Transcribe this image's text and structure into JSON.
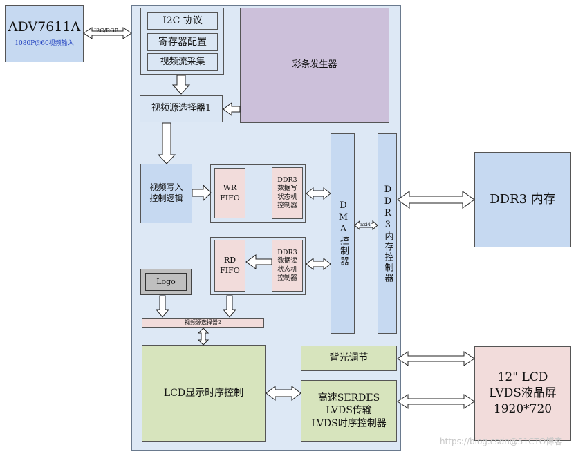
{
  "adv": {
    "title": "ADV7611A",
    "subtitle": "1080P@60视频输入"
  },
  "link_i2c_rgb": "I2C/RGB",
  "i2c_protocol": "I2C 协议",
  "register_config": "寄存器配置",
  "video_capture": "视频流采集",
  "color_bar": "彩条发生器",
  "video_sel1": "视频源选择器1",
  "video_write_ctrl": "视频写入控制逻辑",
  "wr_fifo": "WR FIFO",
  "ddr3_write_fsm": "DDR3 数据写 状态机 控制器",
  "rd_fifo": "RD FIFO",
  "ddr3_read_fsm": "DDR3 数据读 状态机 控制器",
  "dma": "DMA控制器",
  "ddr3_ctrl": "DDR3内存控制器",
  "axi": "axi4",
  "ddr3_mem": "DDR3 内存",
  "logo": "Logo",
  "video_sel2": "视频源选择器2",
  "lcd_timing": "LCD显示时序控制",
  "backlight": "背光调节",
  "serdes": {
    "line1": "高速SERDES",
    "line2": "LVDS传输",
    "line3": "LVDS时序控制器"
  },
  "lcd_panel": {
    "line1": "12\" LCD",
    "line2": "LVDS液晶屏",
    "line3": "1920*720"
  },
  "watermark": "https://blog.csdn@51CTO博客"
}
